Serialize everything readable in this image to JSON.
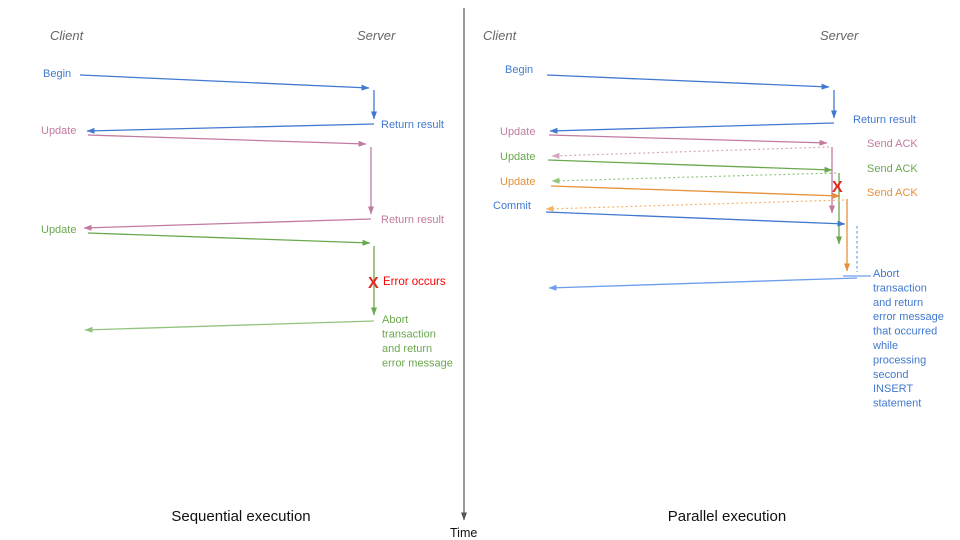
{
  "palette": {
    "blue": "#4179d0",
    "blue_light": "#6d9eeb",
    "pink": "#c27ba0",
    "pink_light": "#d5a6bd",
    "green": "#6aa84f",
    "green_light": "#93c47d",
    "orange": "#e69138",
    "orange_light": "#f6b26b",
    "red": "#e02b20",
    "red_text": "#ff0000",
    "header_gray": "#666666",
    "axis": "#555555",
    "text_black": "#111111"
  },
  "timeline": {
    "label": "Time"
  },
  "left": {
    "title": "Sequential execution",
    "client_header": "Client",
    "server_header": "Server",
    "messages": {
      "begin": "Begin",
      "update1": "Update",
      "update2": "Update",
      "return_result1": "Return result",
      "return_result2": "Return result",
      "error_mark": "X",
      "error_text": "Error occurs",
      "abort_lines": [
        "Abort",
        "transaction",
        "and return",
        "error message"
      ]
    }
  },
  "right": {
    "title": "Parallel execution",
    "client_header": "Client",
    "server_header": "Server",
    "messages": {
      "begin": "Begin",
      "update1": "Update",
      "update2": "Update",
      "update3": "Update",
      "commit": "Commit",
      "return_result": "Return result",
      "ack1": "Send ACK",
      "ack2": "Send ACK",
      "ack3": "Send ACK",
      "error_mark": "X",
      "abort_lines": [
        "Abort",
        "transaction",
        "and return",
        "error message",
        "that occurred",
        "while",
        "processing",
        "second",
        "INSERT",
        "statement"
      ]
    }
  }
}
